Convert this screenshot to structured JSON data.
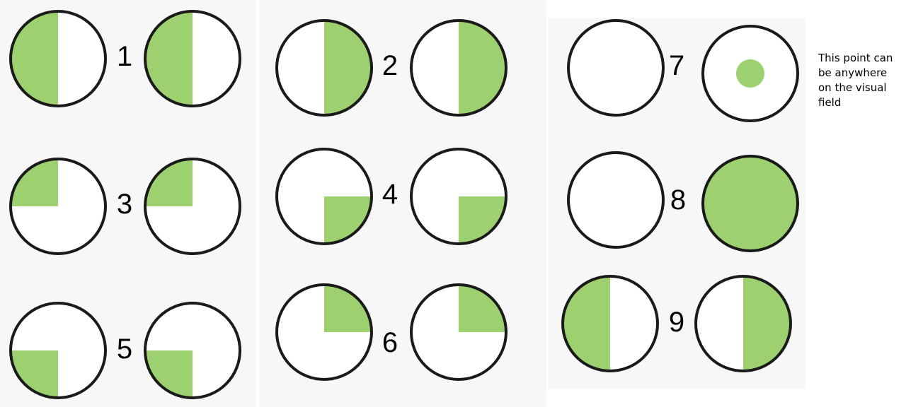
{
  "fill_color": "#9dd16f",
  "outline_color": "#1a1a1a",
  "note_text": "This point can be anywhere on the visual field",
  "defects": [
    {
      "number": "1",
      "left_eye": "left-half",
      "right_eye": "left-half"
    },
    {
      "number": "2",
      "left_eye": "right-half",
      "right_eye": "right-half"
    },
    {
      "number": "3",
      "left_eye": "upper-left-quadrant",
      "right_eye": "upper-left-quadrant"
    },
    {
      "number": "4",
      "left_eye": "lower-right-quadrant",
      "right_eye": "lower-right-quadrant"
    },
    {
      "number": "5",
      "left_eye": "lower-left-quadrant",
      "right_eye": "lower-left-quadrant"
    },
    {
      "number": "6",
      "left_eye": "upper-right-quadrant",
      "right_eye": "upper-right-quadrant"
    },
    {
      "number": "7",
      "left_eye": "none",
      "right_eye": "central-spot"
    },
    {
      "number": "8",
      "left_eye": "none",
      "right_eye": "full"
    },
    {
      "number": "9",
      "left_eye": "left-half",
      "right_eye": "right-half"
    }
  ]
}
